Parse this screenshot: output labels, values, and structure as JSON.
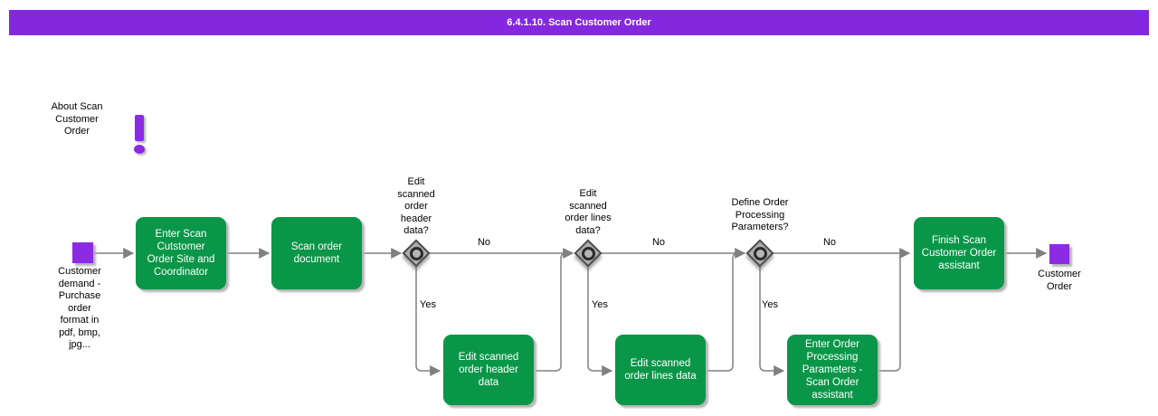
{
  "title": "6.4.1.10. Scan Customer Order",
  "colors": {
    "banner_purple": "#8428DF",
    "event_purple": "#8B2BE2",
    "task_green": "#0A9648",
    "connector_gray": "#808080",
    "gateway_fill": "#ACACAC",
    "gateway_border": "#4D4D4D"
  },
  "note": {
    "label": "About Scan\nCustomer\nOrder"
  },
  "events": {
    "start": {
      "label": "Customer\ndemand -\nPurchase\norder\nformat in\npdf, bmp,\njpg..."
    },
    "end": {
      "label": "Customer\nOrder"
    }
  },
  "tasks": {
    "enter_site": {
      "label": "Enter Scan\nCutstomer\nOrder Site and\nCoordinator"
    },
    "scan_document": {
      "label": "Scan order\ndocument"
    },
    "edit_header": {
      "label": "Edit scanned\norder header\ndata"
    },
    "edit_lines": {
      "label": "Edit scanned\norder lines data"
    },
    "enter_params": {
      "label": "Enter Order\nProcessing\nParameters -\nScan Order\nassistant"
    },
    "finish": {
      "label": "Finish Scan\nCustomer Order\nassistant"
    }
  },
  "decisions": {
    "edit_header": {
      "question": "Edit\nscanned\norder\nheader\ndata?",
      "yes": "Yes",
      "no": "No"
    },
    "edit_lines": {
      "question": "Edit\nscanned\norder lines\ndata?",
      "yes": "Yes",
      "no": "No"
    },
    "define_params": {
      "question": "Define Order\nProcessing\nParameters?",
      "yes": "Yes",
      "no": "No"
    }
  }
}
